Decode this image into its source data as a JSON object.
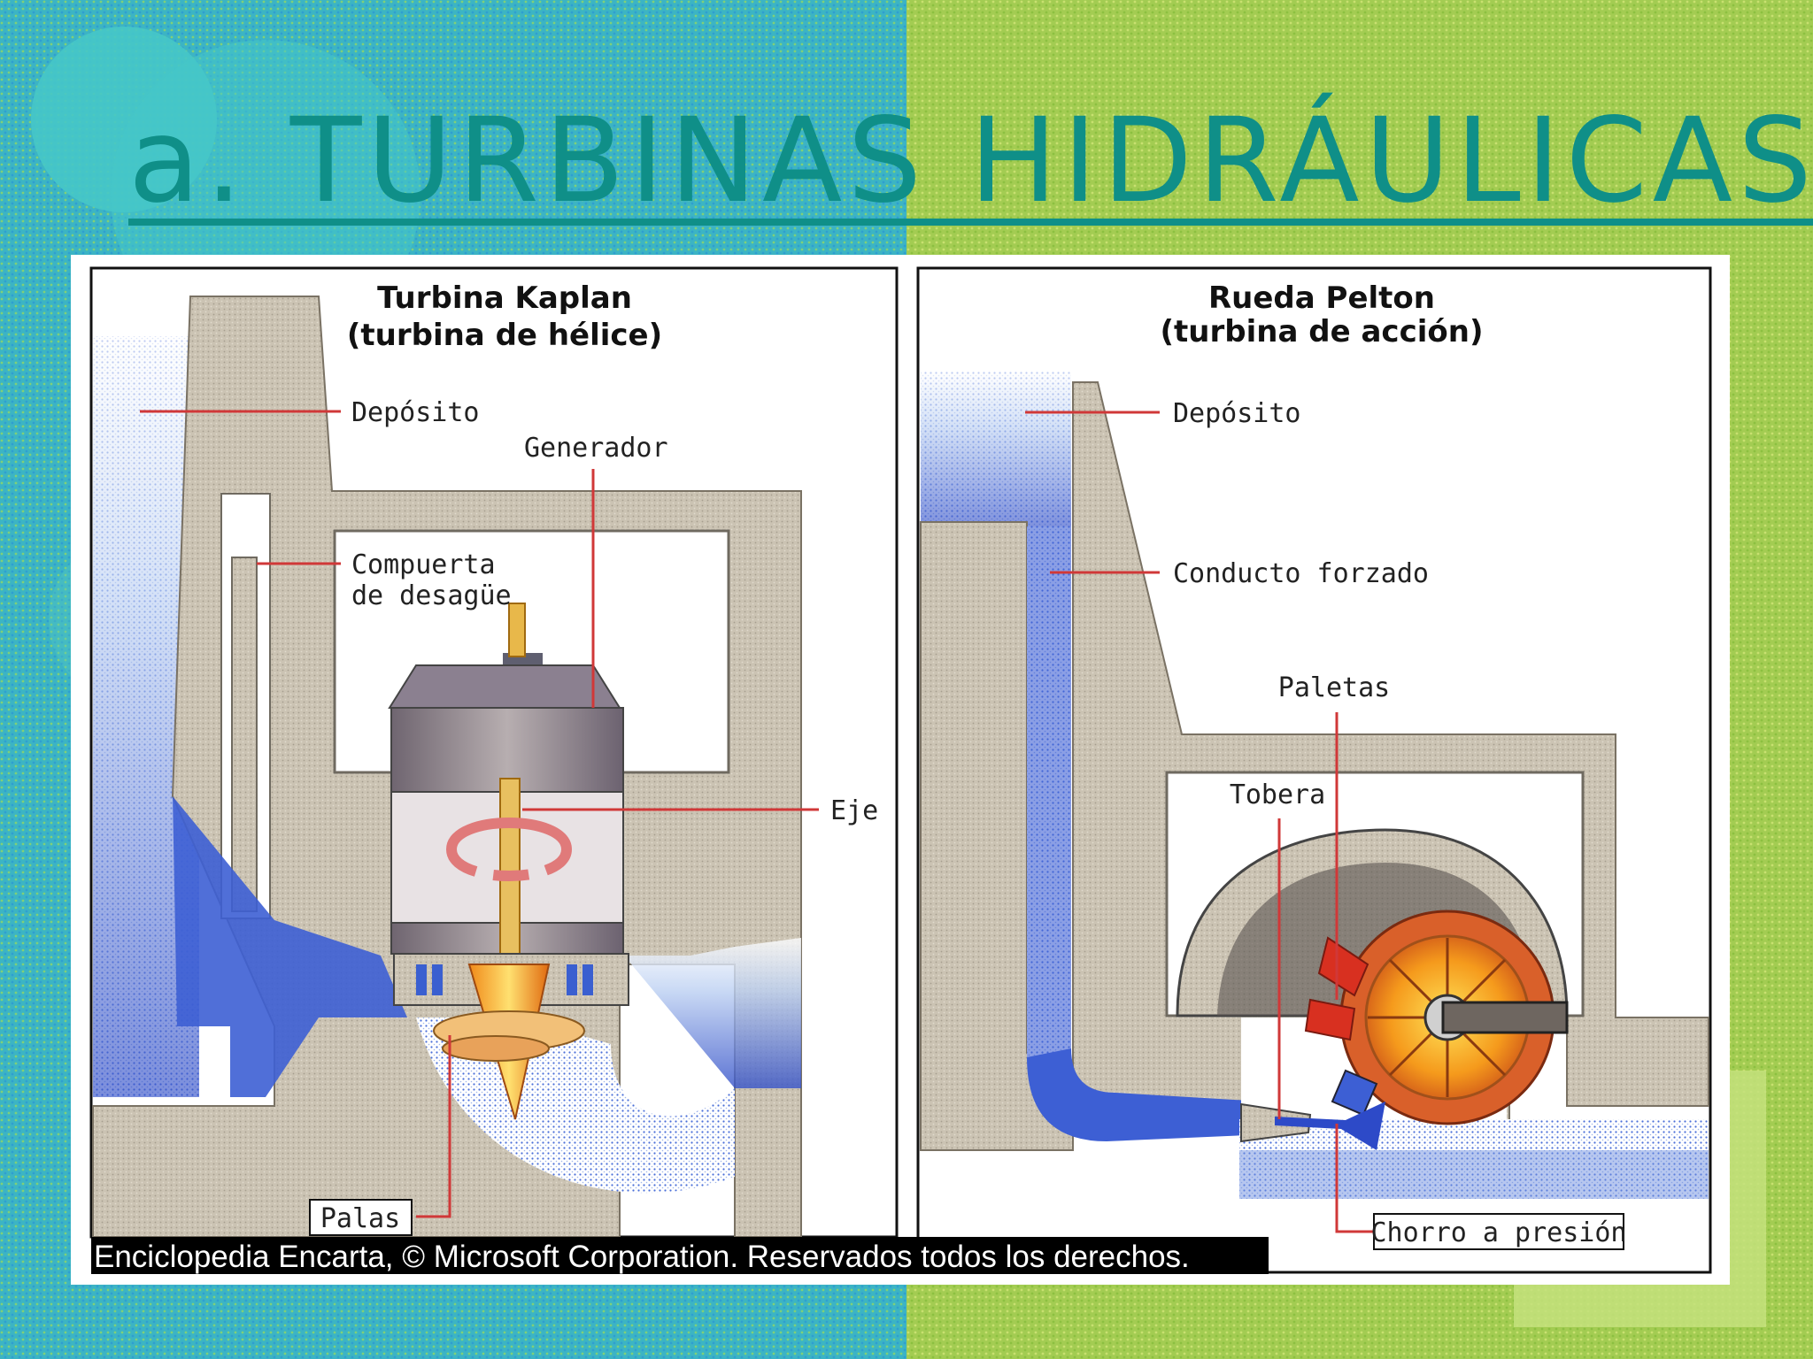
{
  "slide": {
    "title": "a. TURBINAS HIDRÁULICAS",
    "colors": {
      "left_bg": "#38b3c7",
      "right_bg": "#9fcc4e",
      "title": "#0f8f88",
      "water": "#3a5fd0",
      "stone": "#c8c0b0"
    }
  },
  "kaplan": {
    "title_line1": "Turbina Kaplan",
    "title_line2": "(turbina de hélice)",
    "labels": {
      "deposito": "Depósito",
      "generador": "Generador",
      "compuerta_1": "Compuerta",
      "compuerta_2": "de desagüe",
      "eje": "Eje",
      "palas": "Palas"
    }
  },
  "pelton": {
    "title_line1": "Rueda Pelton",
    "title_line2": "(turbina de acción)",
    "labels": {
      "deposito": "Depósito",
      "conducto": "Conducto forzado",
      "paletas": "Paletas",
      "tobera": "Tobera",
      "chorro": "Chorro a presión"
    }
  },
  "credit": "Enciclopedia Encarta, © Microsoft Corporation. Reservados todos los derechos."
}
